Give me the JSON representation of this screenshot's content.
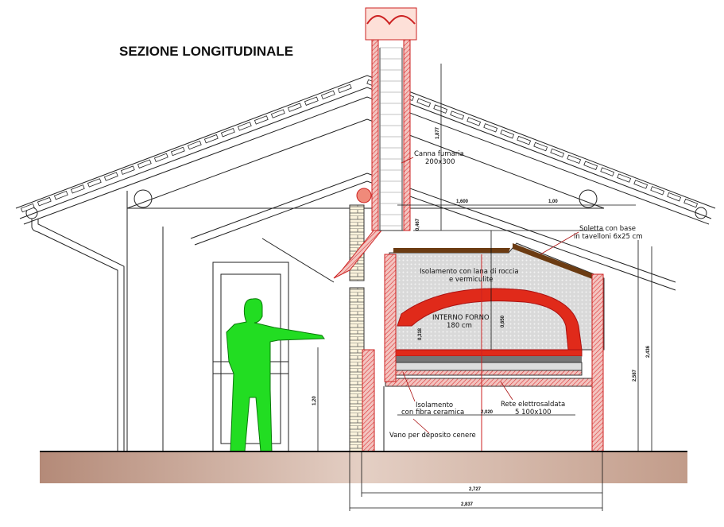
{
  "title": "SEZIONE LONGITUDINALE",
  "labels": {
    "flue_1": "Canna fumaria",
    "flue_2": "200x300",
    "slab_1": "Soletta con base",
    "slab_2": "in tavelloni 6x25 cm",
    "insul_1": "Isolamento con lana di roccia",
    "insul_2": "e vermiculite",
    "oven_1": "INTERNO FORNO",
    "oven_2": "180 cm",
    "fibre_1": "Isolamento",
    "fibre_2": "con fibra ceramica",
    "mesh_1": "Rete elettrosaldata",
    "mesh_2": "5 100x100",
    "ash": "Vano per deposito cenere"
  },
  "dimensions": {
    "d_2727": "2,727",
    "d_2837": "2,837",
    "d_2020": "2,020",
    "d_2587": "2,587",
    "d_2436": "2,436",
    "d_120": "1,20",
    "d_0650": "0,650",
    "d_0318": "0,318",
    "d_1877": "1,877",
    "d_1600": "1,600",
    "d_100": "1,00",
    "d_0467": "0,467"
  },
  "colors": {
    "brick": "#e02a1a",
    "hatch": "#e8a0a0",
    "person": "#22dd22",
    "ground": "#c8a898",
    "insulation": "#d8d8d8",
    "slab": "#6b3b12"
  }
}
